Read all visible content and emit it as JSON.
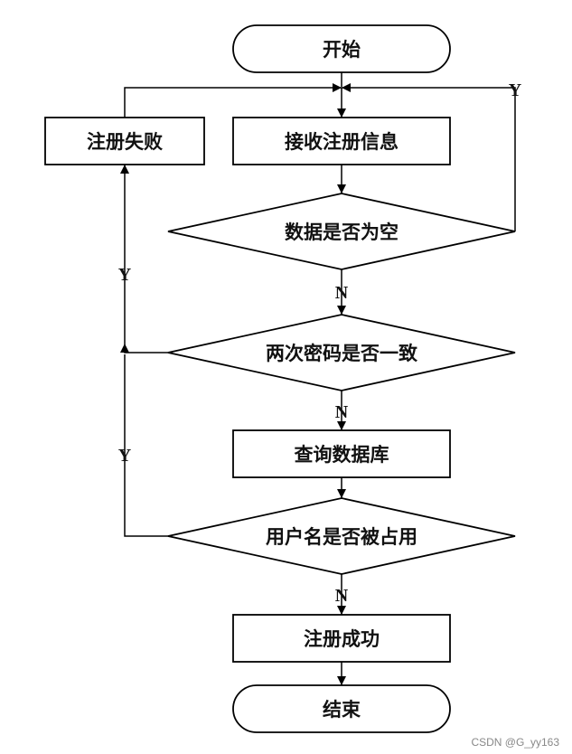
{
  "nodes": {
    "start": "开始",
    "receive": "接收注册信息",
    "is_empty": "数据是否为空",
    "pwd_match": "两次密码是否一致",
    "query_db": "查询数据库",
    "name_taken": "用户名是否被占用",
    "success": "注册成功",
    "fail": "注册失败",
    "end": "结束"
  },
  "edge_labels": {
    "empty_yes": "Y",
    "empty_no": "N",
    "pwd_yes": "Y",
    "pwd_no": "N",
    "taken_yes": "Y",
    "taken_no": "N"
  },
  "watermark": "CSDN @G_yy163"
}
